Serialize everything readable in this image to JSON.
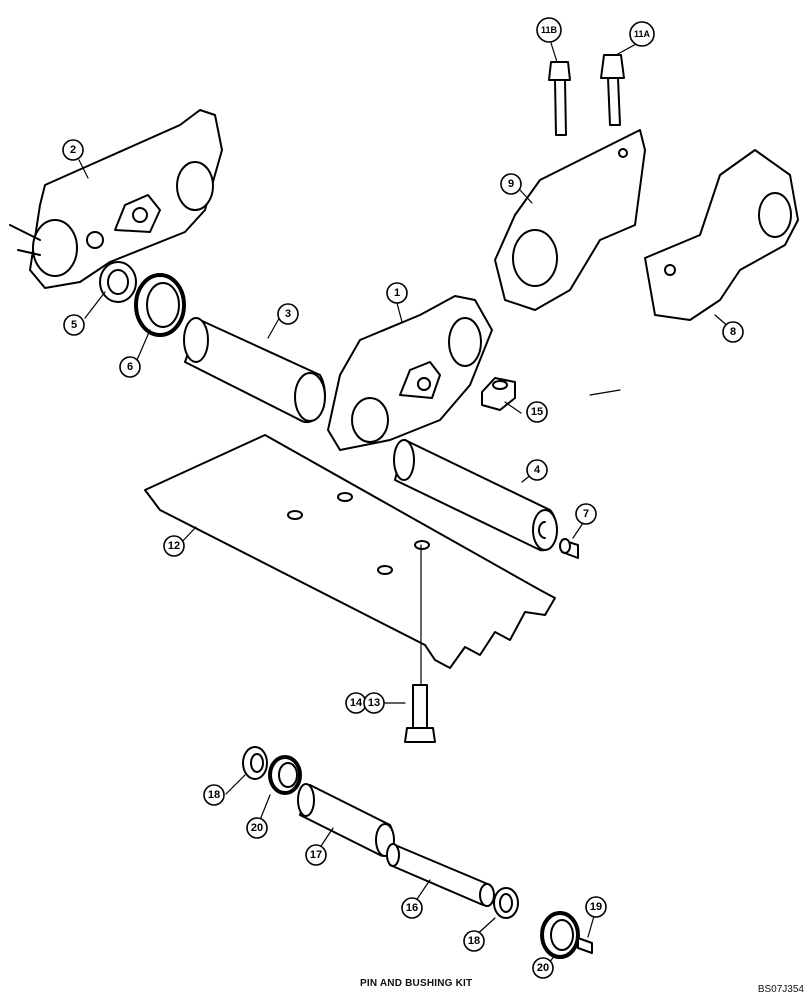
{
  "diagram": {
    "caption": "PIN AND BUSHING KIT",
    "reference_code": "BS07J354",
    "callouts": {
      "c1": "1",
      "c2": "2",
      "c3": "3",
      "c4": "4",
      "c5": "5",
      "c6": "6",
      "c7": "7",
      "c8": "8",
      "c9": "9",
      "c11a": "11A",
      "c11b": "11B",
      "c12": "12",
      "c13": "13",
      "c14": "14",
      "c15": "15",
      "c16": "16",
      "c17": "17",
      "c18a": "18",
      "c18b": "18",
      "c19": "19",
      "c20a": "20",
      "c20b": "20"
    }
  }
}
